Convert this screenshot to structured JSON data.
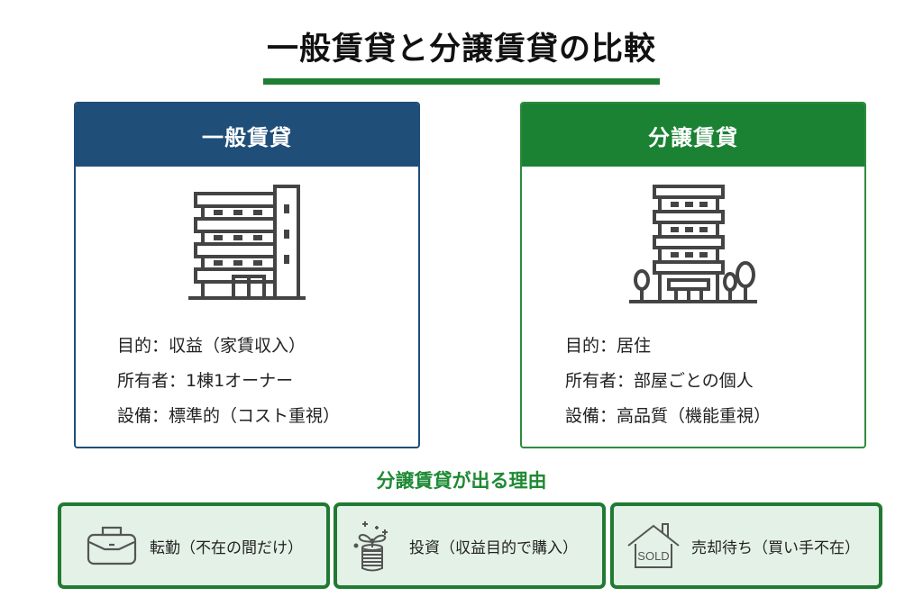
{
  "title": "一般賃貸と分譲賃貸の比較",
  "colors": {
    "general_header": "#1f4e79",
    "bunjo_header": "#1b8234",
    "accent_green": "#1e7e34",
    "reason_bg": "#e4f1e6",
    "icon_stroke": "#444444"
  },
  "cards": [
    {
      "header": "一般賃貸",
      "icon": "apartment-building-icon",
      "lines": [
        "目的：収益（家賃収入）",
        "所有者：1棟1オーナー",
        "設備：標準的（コスト重視）"
      ]
    },
    {
      "header": "分譲賃貸",
      "icon": "condominium-with-trees-icon",
      "lines": [
        "目的：居住",
        "所有者：部屋ごとの個人",
        "設備：高品質（機能重視）"
      ]
    }
  ],
  "reasons": {
    "title": "分譲賃貸が出る理由",
    "items": [
      {
        "icon": "briefcase-icon",
        "label": "転勤（不在の間だけ）"
      },
      {
        "icon": "coin-stack-sprout-icon",
        "label": "投資（収益目的で購入）"
      },
      {
        "icon": "sold-house-icon",
        "label": "売却待ち（買い手不在）",
        "icon_text": "SOLD"
      }
    ]
  }
}
